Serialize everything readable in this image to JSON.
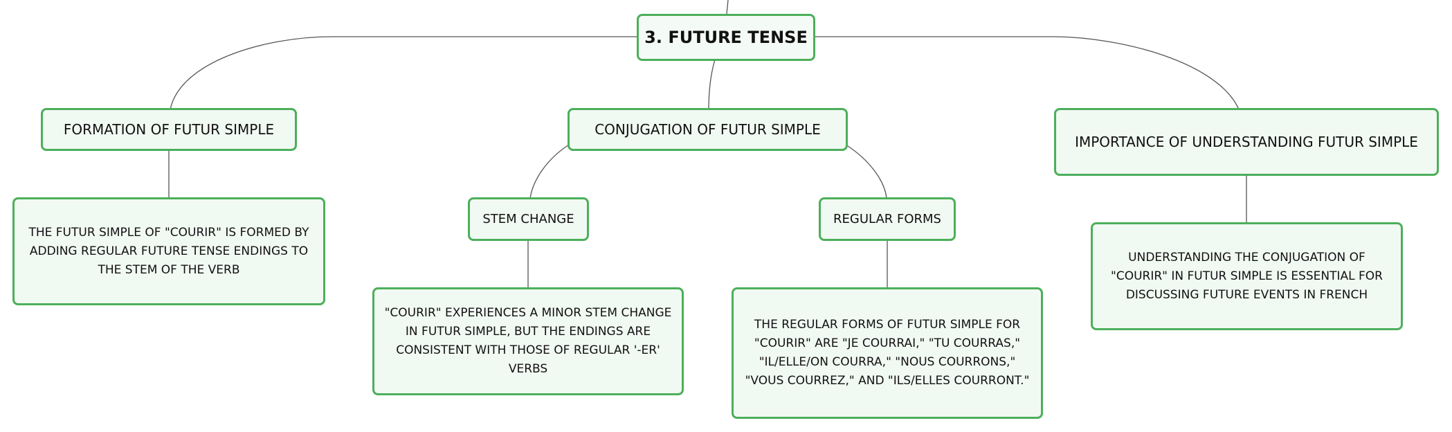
{
  "diagram": {
    "root": "3. FUTURE TENSE",
    "branches": {
      "formation": {
        "label": "FORMATION OF FUTUR SIMPLE",
        "detail": "THE FUTUR SIMPLE OF \"COURIR\" IS FORMED BY ADDING REGULAR FUTURE TENSE ENDINGS TO THE STEM OF THE VERB"
      },
      "conjugation": {
        "label": "CONJUGATION OF FUTUR SIMPLE",
        "stem_change": {
          "label": "STEM CHANGE",
          "detail": "\"COURIR\" EXPERIENCES A MINOR STEM CHANGE IN FUTUR SIMPLE, BUT THE ENDINGS ARE CONSISTENT WITH THOSE OF REGULAR '-ER' VERBS"
        },
        "regular_forms": {
          "label": "REGULAR FORMS",
          "detail": "THE REGULAR FORMS OF FUTUR SIMPLE FOR \"COURIR\" ARE \"JE COURRAI,\" \"TU COURRAS,\" \"IL/ELLE/ON COURRA,\" \"NOUS COURRONS,\" \"VOUS COURREZ,\" AND \"ILS/ELLES COURRONT.\""
        }
      },
      "importance": {
        "label": "IMPORTANCE OF UNDERSTANDING FUTUR SIMPLE",
        "detail": "UNDERSTANDING THE CONJUGATION OF \"COURIR\" IN FUTUR SIMPLE IS ESSENTIAL FOR DISCUSSING FUTURE EVENTS IN FRENCH"
      }
    },
    "colors": {
      "node_border": "#4caf5a",
      "node_fill": "#f1f9f3",
      "connector": "#555555",
      "text": "#111111"
    }
  }
}
